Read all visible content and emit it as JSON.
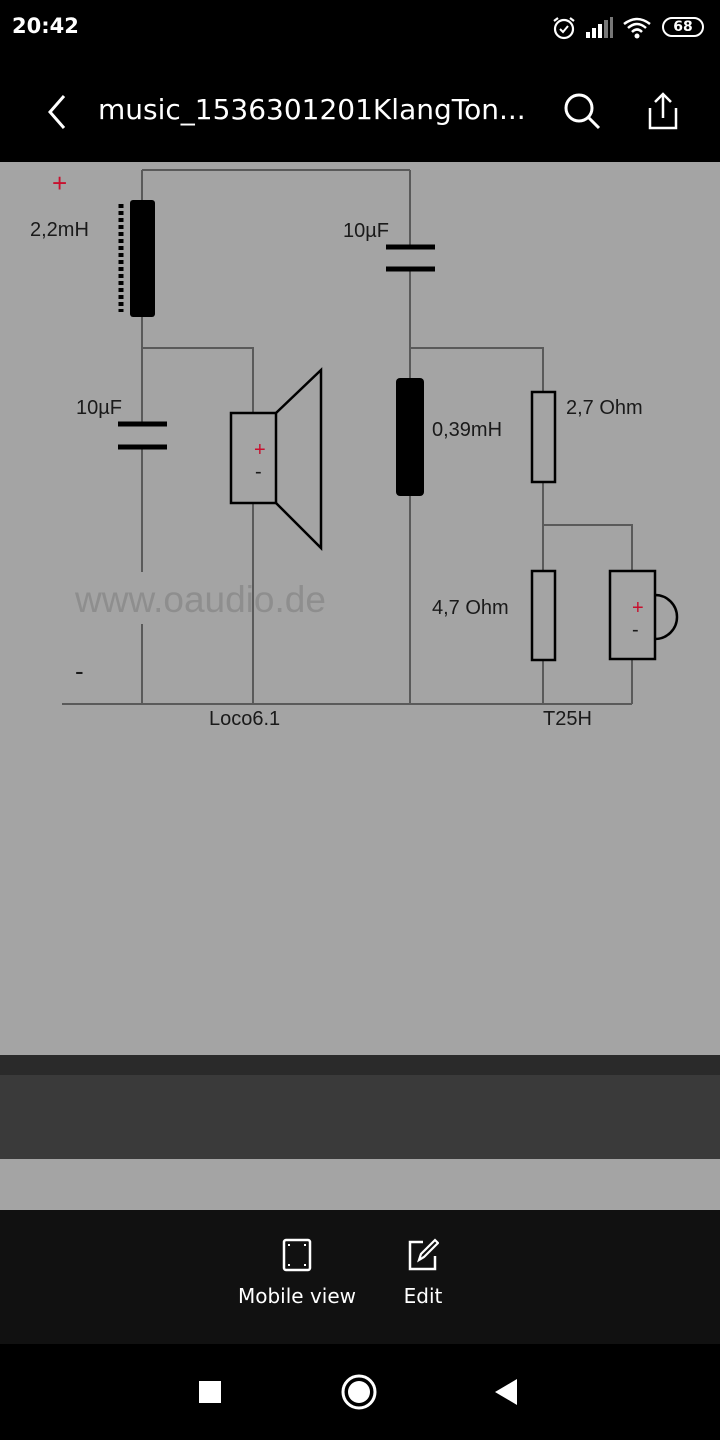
{
  "status_bar": {
    "time": "20:42",
    "battery": "68",
    "icons": [
      "alarm-icon",
      "signal-icon",
      "wifi-icon",
      "battery-icon"
    ]
  },
  "toolbar": {
    "title": "music_1536301201KlangTon...",
    "back_icon": "chevron-left-icon",
    "search_icon": "search-icon",
    "share_icon": "share-icon"
  },
  "schematic": {
    "plus": "+",
    "minus": "-",
    "inductor1": "2,2mH",
    "cap1": "10µF",
    "cap2": "10µF",
    "inductor2": "0,39mH",
    "res1": "2,7 Ohm",
    "res2": "4,7 Ohm",
    "watermark": "www.oaudio.de",
    "woofer_name": "Loco6.1",
    "tweeter_name": "T25H",
    "colors": {
      "wire": "#5a5a5a",
      "component": "#000000",
      "polarity": "#c8102e",
      "background": "#a4a4a4"
    }
  },
  "actions": {
    "mobile_view": "Mobile view",
    "edit": "Edit"
  },
  "nav_bar": {
    "icons": [
      "recents-square-icon",
      "home-circle-icon",
      "back-triangle-icon"
    ]
  }
}
